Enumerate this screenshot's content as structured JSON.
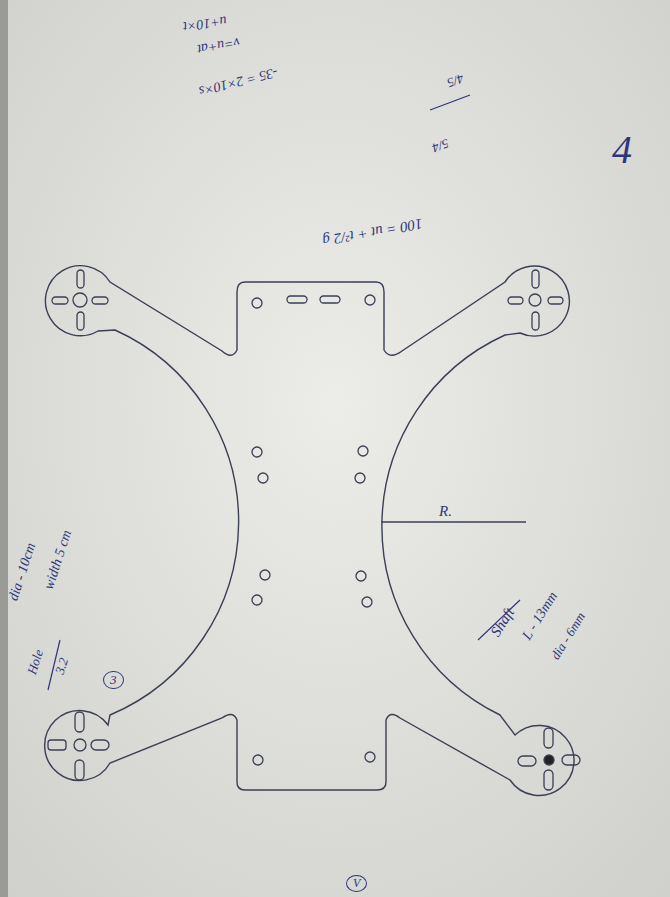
{
  "diagram": {
    "labels": [
      "u+10×t",
      "v=u+at",
      "-35 = 2×10×s",
      "4/5",
      "5/4",
      "100 = ut + t²/2 g",
      "4",
      "dia - 10cm",
      "width 5 cm",
      "Hole",
      "3.2",
      "3",
      "R.",
      "Shaft",
      "L - 13mm",
      "dia - 6mm",
      "V"
    ]
  }
}
